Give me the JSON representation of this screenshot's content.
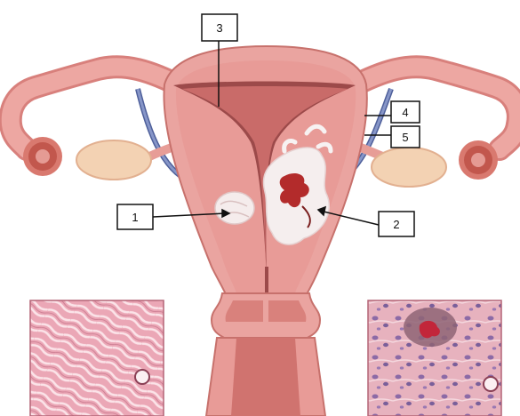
{
  "callouts": [
    {
      "id": "1",
      "text": "1"
    },
    {
      "id": "2",
      "text": "2"
    },
    {
      "id": "3",
      "text": "3"
    },
    {
      "id": "4",
      "text": "4"
    },
    {
      "id": "5",
      "text": "5"
    }
  ],
  "colors": {
    "uterus_outer": "#e8a3a0",
    "uterus_inner": "#c97775",
    "cavity": "#9c4a4a",
    "tube": "#eaa39f",
    "ovary": "#f3d2b3",
    "vessel": "#6d7fb8",
    "lesion_benign": "#f2e6e6",
    "lesion_malignant": "#f5eeee",
    "lesion_core": "#b32b2b",
    "histology_bg": "#e9a9b4"
  }
}
